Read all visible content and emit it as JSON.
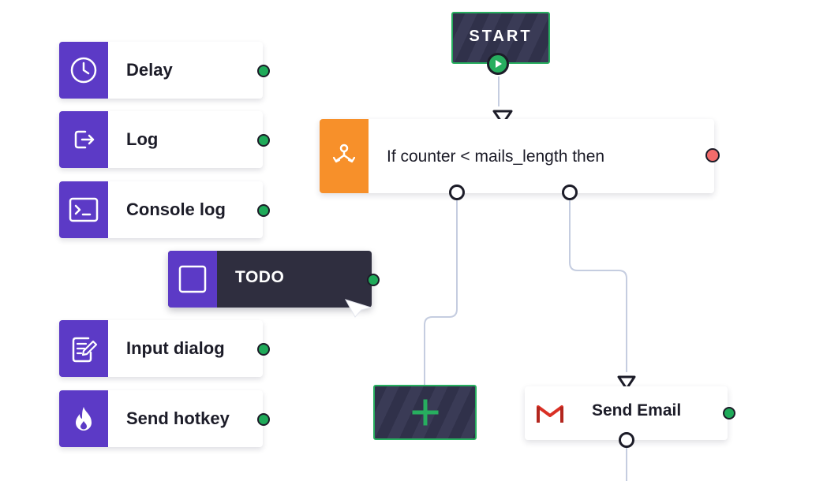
{
  "palette": {
    "items": [
      {
        "label": "Delay",
        "icon": "clock-icon"
      },
      {
        "label": "Log",
        "icon": "log-out-icon"
      },
      {
        "label": "Console log",
        "icon": "terminal-icon"
      },
      {
        "label": "Input dialog",
        "icon": "edit-document-icon"
      },
      {
        "label": "Send hotkey",
        "icon": "flame-icon"
      }
    ],
    "dragged_item": {
      "label": "TODO",
      "icon": "square-icon"
    }
  },
  "flow": {
    "start": {
      "label": "START",
      "icon": "play-icon"
    },
    "condition": {
      "label": "If counter < mails_length then",
      "icon": "branch-icon"
    },
    "add_node": {
      "icon": "plus-icon"
    },
    "send_email": {
      "label": "Send Email",
      "icon": "gmail-icon"
    }
  },
  "colors": {
    "palette_accent": "#5c3ac6",
    "condition_accent": "#f7902a",
    "port_green": "#1faa59",
    "port_red": "#f26b6b",
    "dark_node": "#30314a",
    "wire": "#c5cde0"
  }
}
